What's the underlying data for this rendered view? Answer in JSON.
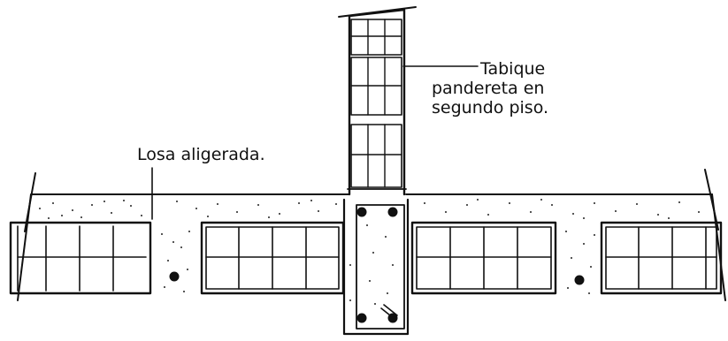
{
  "labels": {
    "losa": "Losa aligerada.",
    "tabique_line1": "Tabique",
    "tabique_line2": "pandereta en",
    "tabique_line3": "segundo piso."
  },
  "colors": {
    "ink": "#111111",
    "paper": "#ffffff"
  }
}
